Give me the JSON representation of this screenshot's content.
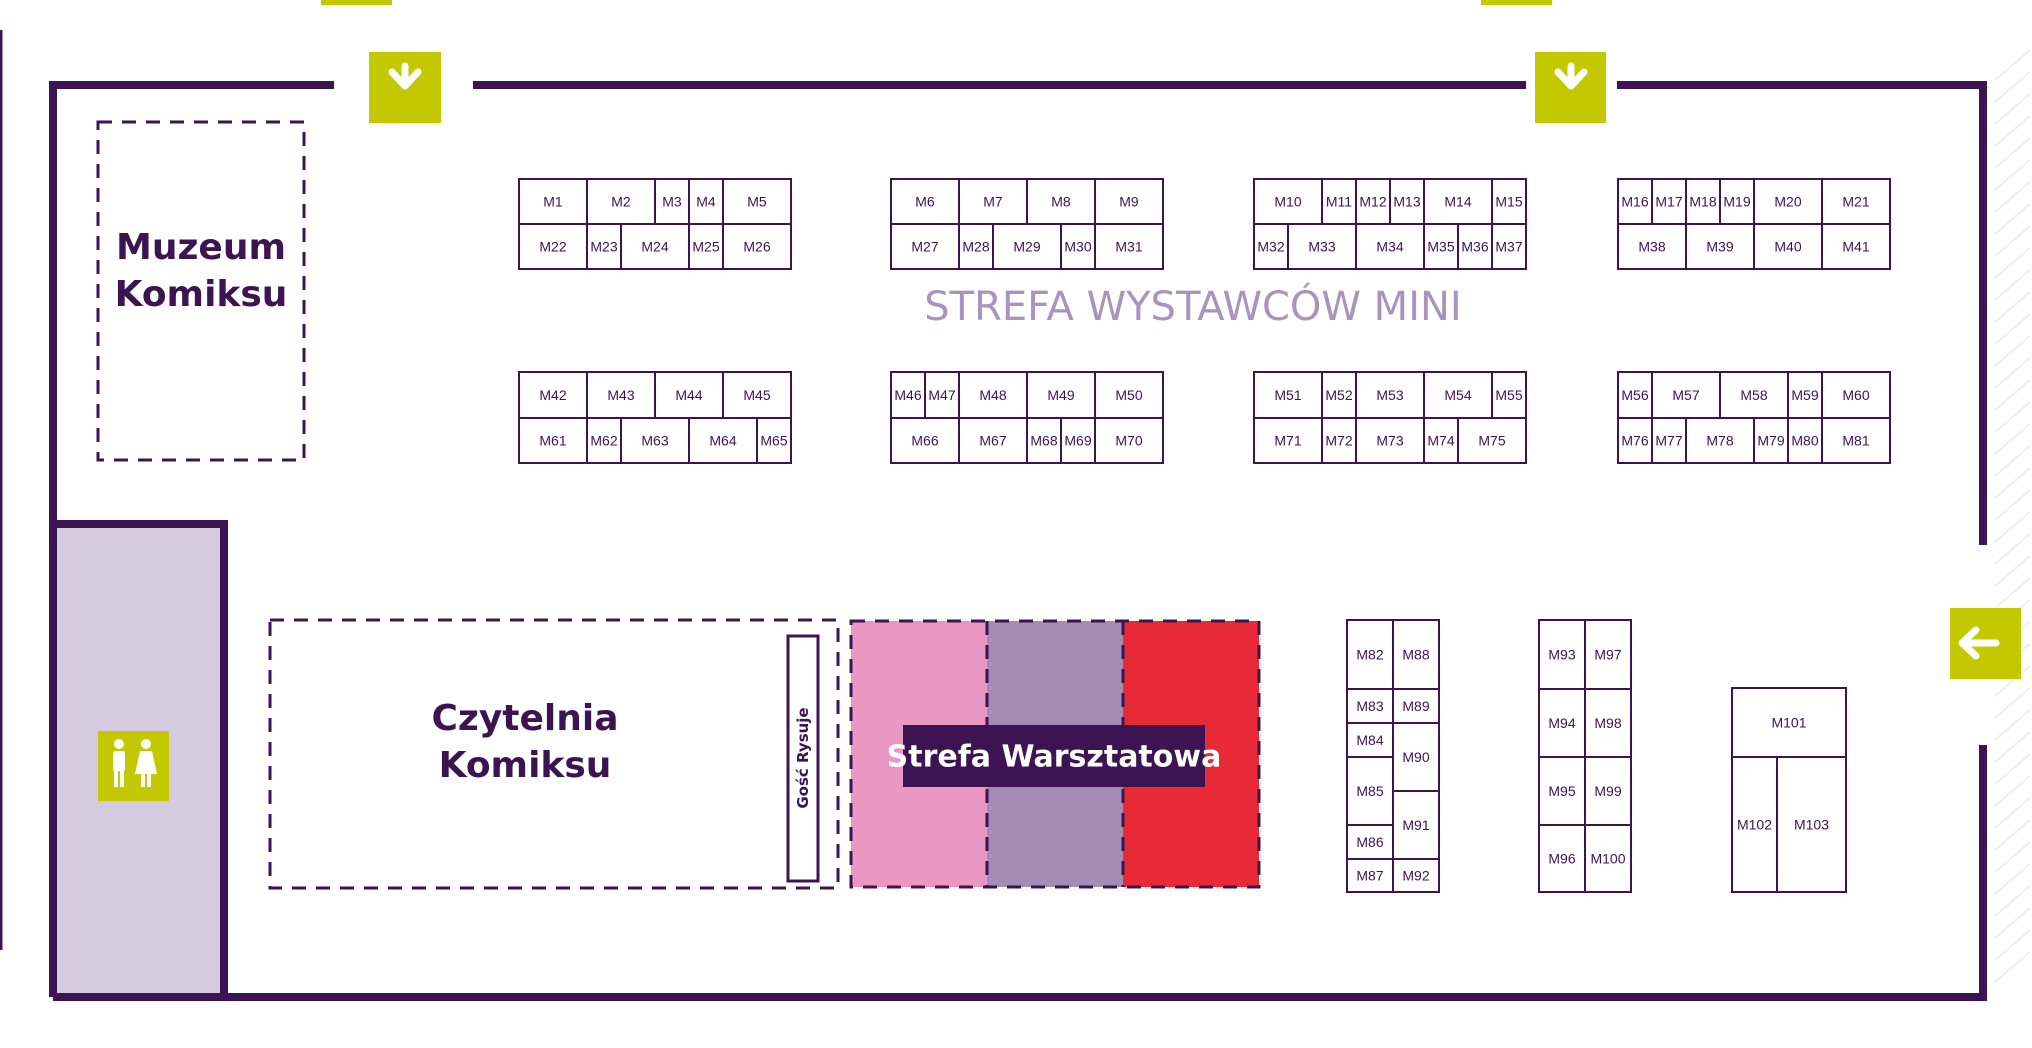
{
  "zones": {
    "muzeum": [
      "Muzeum",
      "Komiksu"
    ],
    "czytelnia": [
      "Czytelnia",
      "Komiksu"
    ],
    "gosc_rysuje": "Gość Rysuje",
    "warsztatowa": "Strefa Warsztatowa",
    "mini": "STREFA WYSTAWCÓW MINI"
  },
  "icons": {
    "entrance_top_left": "arrow-down-icon",
    "entrance_top_right": "arrow-down-icon",
    "entrance_right": "arrow-left-icon",
    "restroom": "restroom-icon"
  },
  "colors": {
    "wall": "#3d1452",
    "accent": "#c3c800",
    "restroom_area": "#d6cadf",
    "mini_title": "#a894bd",
    "workshop_pink": "#eb97c3",
    "workshop_violet": "#a48cb4",
    "workshop_red": "#e72a36",
    "workshop_label_bg": "#3d1452"
  },
  "booths": [
    "M1",
    "M2",
    "M3",
    "M4",
    "M5",
    "M22",
    "M23",
    "M24",
    "M25",
    "M26",
    "M6",
    "M7",
    "M8",
    "M9",
    "M27",
    "M28",
    "M29",
    "M30",
    "M31",
    "M10",
    "M11",
    "M12",
    "M13",
    "M14",
    "M15",
    "M32",
    "M33",
    "M34",
    "M35",
    "M36",
    "M37",
    "M16",
    "M17",
    "M18",
    "M19",
    "M20",
    "M21",
    "M38",
    "M39",
    "M40",
    "M41",
    "M42",
    "M43",
    "M44",
    "M45",
    "M61",
    "M62",
    "M63",
    "M64",
    "M65",
    "M46",
    "M47",
    "M48",
    "M49",
    "M50",
    "M66",
    "M67",
    "M68",
    "M69",
    "M70",
    "M51",
    "M52",
    "M53",
    "M54",
    "M55",
    "M71",
    "M72",
    "M73",
    "M74",
    "M75",
    "M56",
    "M57",
    "M58",
    "M59",
    "M60",
    "M76",
    "M77",
    "M78",
    "M79",
    "M80",
    "M81",
    "M82",
    "M88",
    "M83",
    "M89",
    "M84",
    "M90",
    "M85",
    "M91",
    "M86",
    "M87",
    "M92",
    "M93",
    "M97",
    "M94",
    "M98",
    "M95",
    "M99",
    "M96",
    "M100",
    "M101",
    "M102",
    "M103"
  ]
}
